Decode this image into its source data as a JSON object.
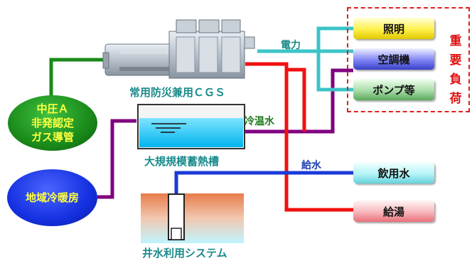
{
  "cgs_label": "常用防災兼用ＣＧＳ",
  "tank_label": "大規規模蓄熱槽",
  "well_label": "井水利用システム",
  "flows": {
    "power": "電力",
    "chilled_hot_water": "冷温水",
    "water_supply": "給水"
  },
  "critical_loads": {
    "title": "重要負荷",
    "items": [
      "照明",
      "空調機",
      "ポンプ等"
    ]
  },
  "other_loads": {
    "drinking_water": "飲用水",
    "hot_water_supply": "給湯"
  },
  "gas_supply": {
    "lines": [
      "中圧Ａ",
      "非発認定",
      "ガス導管"
    ]
  },
  "district_heating": "地域冷暖房",
  "colors": {
    "power_line": "#3cc4c8",
    "hot_line": "#f01010",
    "chilled_line": "#800080",
    "water_line": "#1a3ad8",
    "gas_line": "#1a8a1a"
  }
}
